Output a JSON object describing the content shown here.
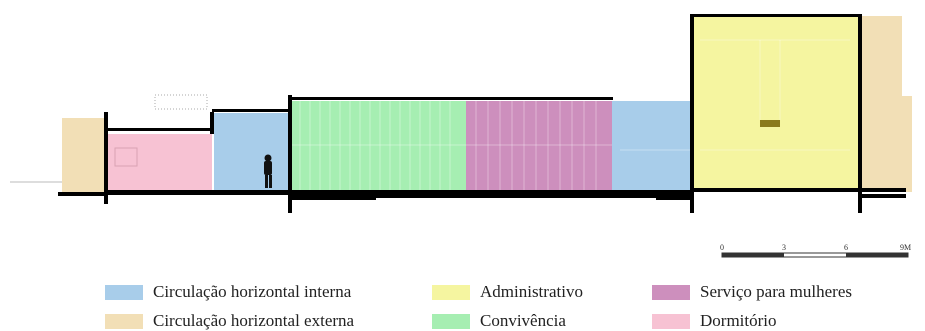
{
  "legend": [
    {
      "label": "Circulação horizontal interna",
      "color": "#a8cdea"
    },
    {
      "label": "Administrativo",
      "color": "#f5f5a0"
    },
    {
      "label": "Serviço para mulheres",
      "color": "#cd8fbd"
    },
    {
      "label": "Circulação horizontal externa",
      "color": "#f2dfb6"
    },
    {
      "label": "Convivência",
      "color": "#a6eeb2"
    },
    {
      "label": "Dormitório",
      "color": "#f7c2d3"
    }
  ],
  "scale_bar": {
    "ticks": [
      "0",
      "3",
      "6",
      "9M"
    ]
  }
}
